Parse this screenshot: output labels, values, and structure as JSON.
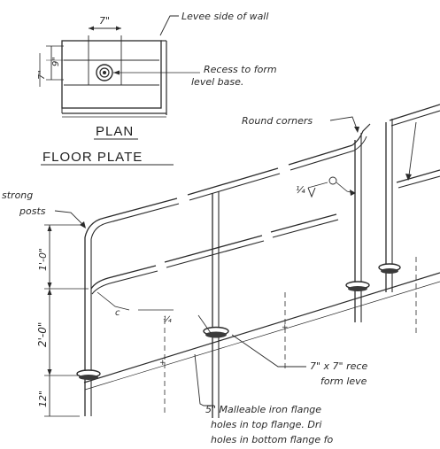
{
  "floor_plate": {
    "title_plan": "PLAN",
    "title_floor_plate": "FLOOR PLATE",
    "dim_width": "7\"",
    "dim_height_total": "7\"",
    "dim_height_inner": "9\"",
    "label_levee_side": "Levee side of wall",
    "label_recess_line1": "Recess to form",
    "label_recess_line2": "level base."
  },
  "railing": {
    "label_round_corners": "Round corners",
    "label_strong_line1": "strong",
    "label_strong_line2": "posts",
    "weld_symbol_a": "¼",
    "weld_symbol_b": "¼",
    "dim_upper": "1'-0\"",
    "dim_middle": "2'-0\"",
    "dim_lower": "12\"",
    "label_recess_line1": "7\" x 7\" rece",
    "label_recess_line2": "form leve",
    "label_flange_line1": "5\" Malleable iron flange",
    "label_flange_line2": "holes in top flange. Dri",
    "label_flange_line3": "holes in bottom flange fo"
  },
  "colors": {
    "ink": "#2a2a2a",
    "paper": "#ffffff"
  }
}
